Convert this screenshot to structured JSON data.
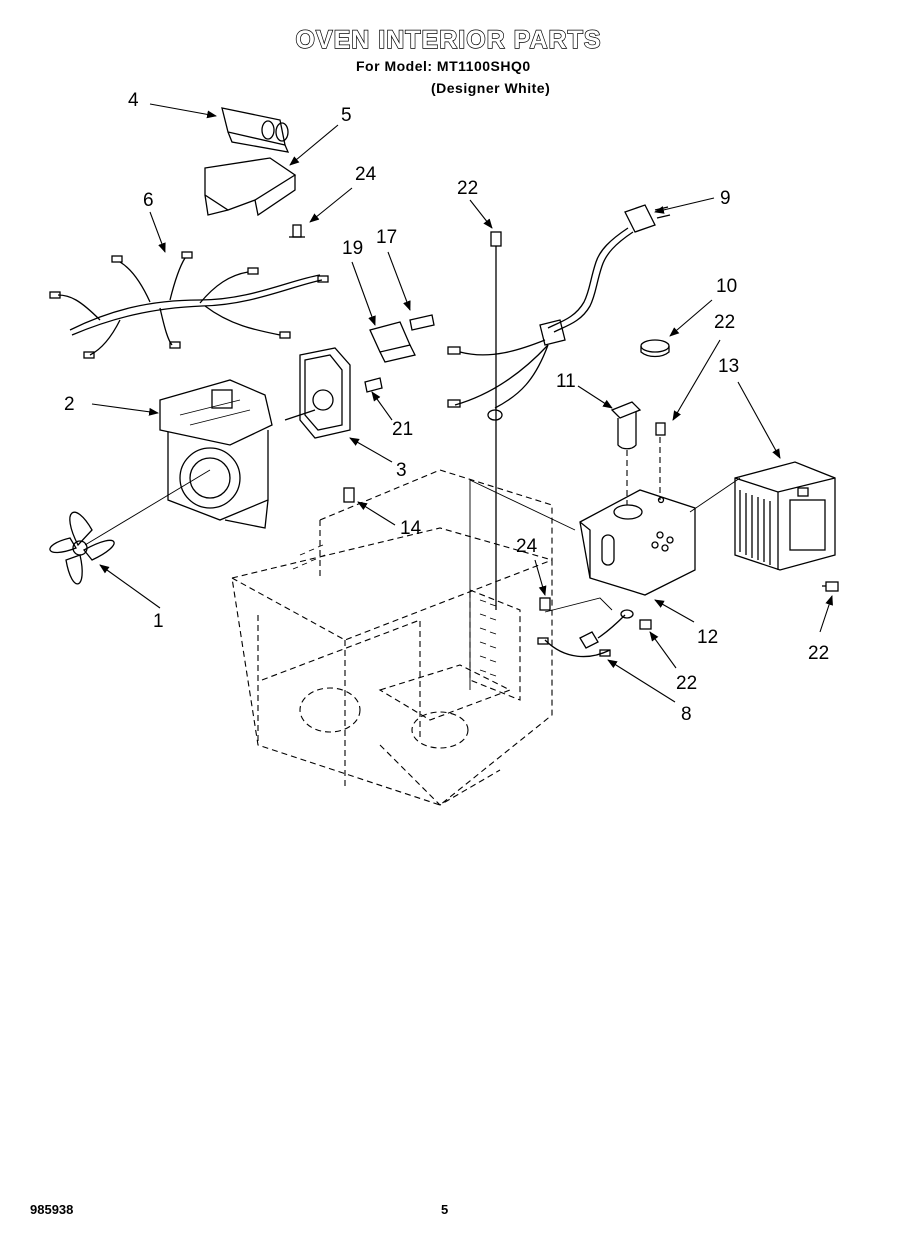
{
  "header": {
    "title": "OVEN INTERIOR PARTS",
    "model_line": "For Model: MT1100SHQ0",
    "variant_line": "(Designer White)"
  },
  "callouts": {
    "c1": "1",
    "c2": "2",
    "c3": "3",
    "c4": "4",
    "c5": "5",
    "c6": "6",
    "c8": "8",
    "c9": "9",
    "c10": "10",
    "c11": "11",
    "c12": "12",
    "c13": "13",
    "c14": "14",
    "c17": "17",
    "c19": "19",
    "c21": "21",
    "c22a": "22",
    "c22b": "22",
    "c22c": "22",
    "c22d": "22",
    "c24a": "24",
    "c24b": "24"
  },
  "footer": {
    "doc_number": "985938",
    "page_number": "5"
  }
}
